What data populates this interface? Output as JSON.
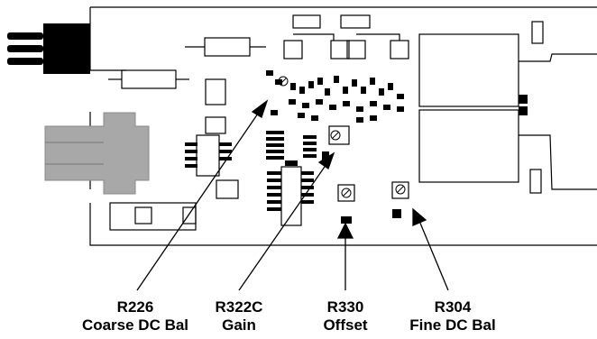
{
  "callouts": [
    {
      "ref": "R226",
      "desc": "Coarse DC Bal"
    },
    {
      "ref": "R322C",
      "desc": "Gain"
    },
    {
      "ref": "R330",
      "desc": "Offset"
    },
    {
      "ref": "R304",
      "desc": "Fine DC Bal"
    }
  ],
  "colors": {
    "ink": "#000000",
    "connector_gray": "#a8a8a8",
    "board": "#ffffff"
  },
  "icons": [
    "header-pins-icon",
    "bnc-connector-icon",
    "potentiometer-icon",
    "arrow-icon"
  ]
}
